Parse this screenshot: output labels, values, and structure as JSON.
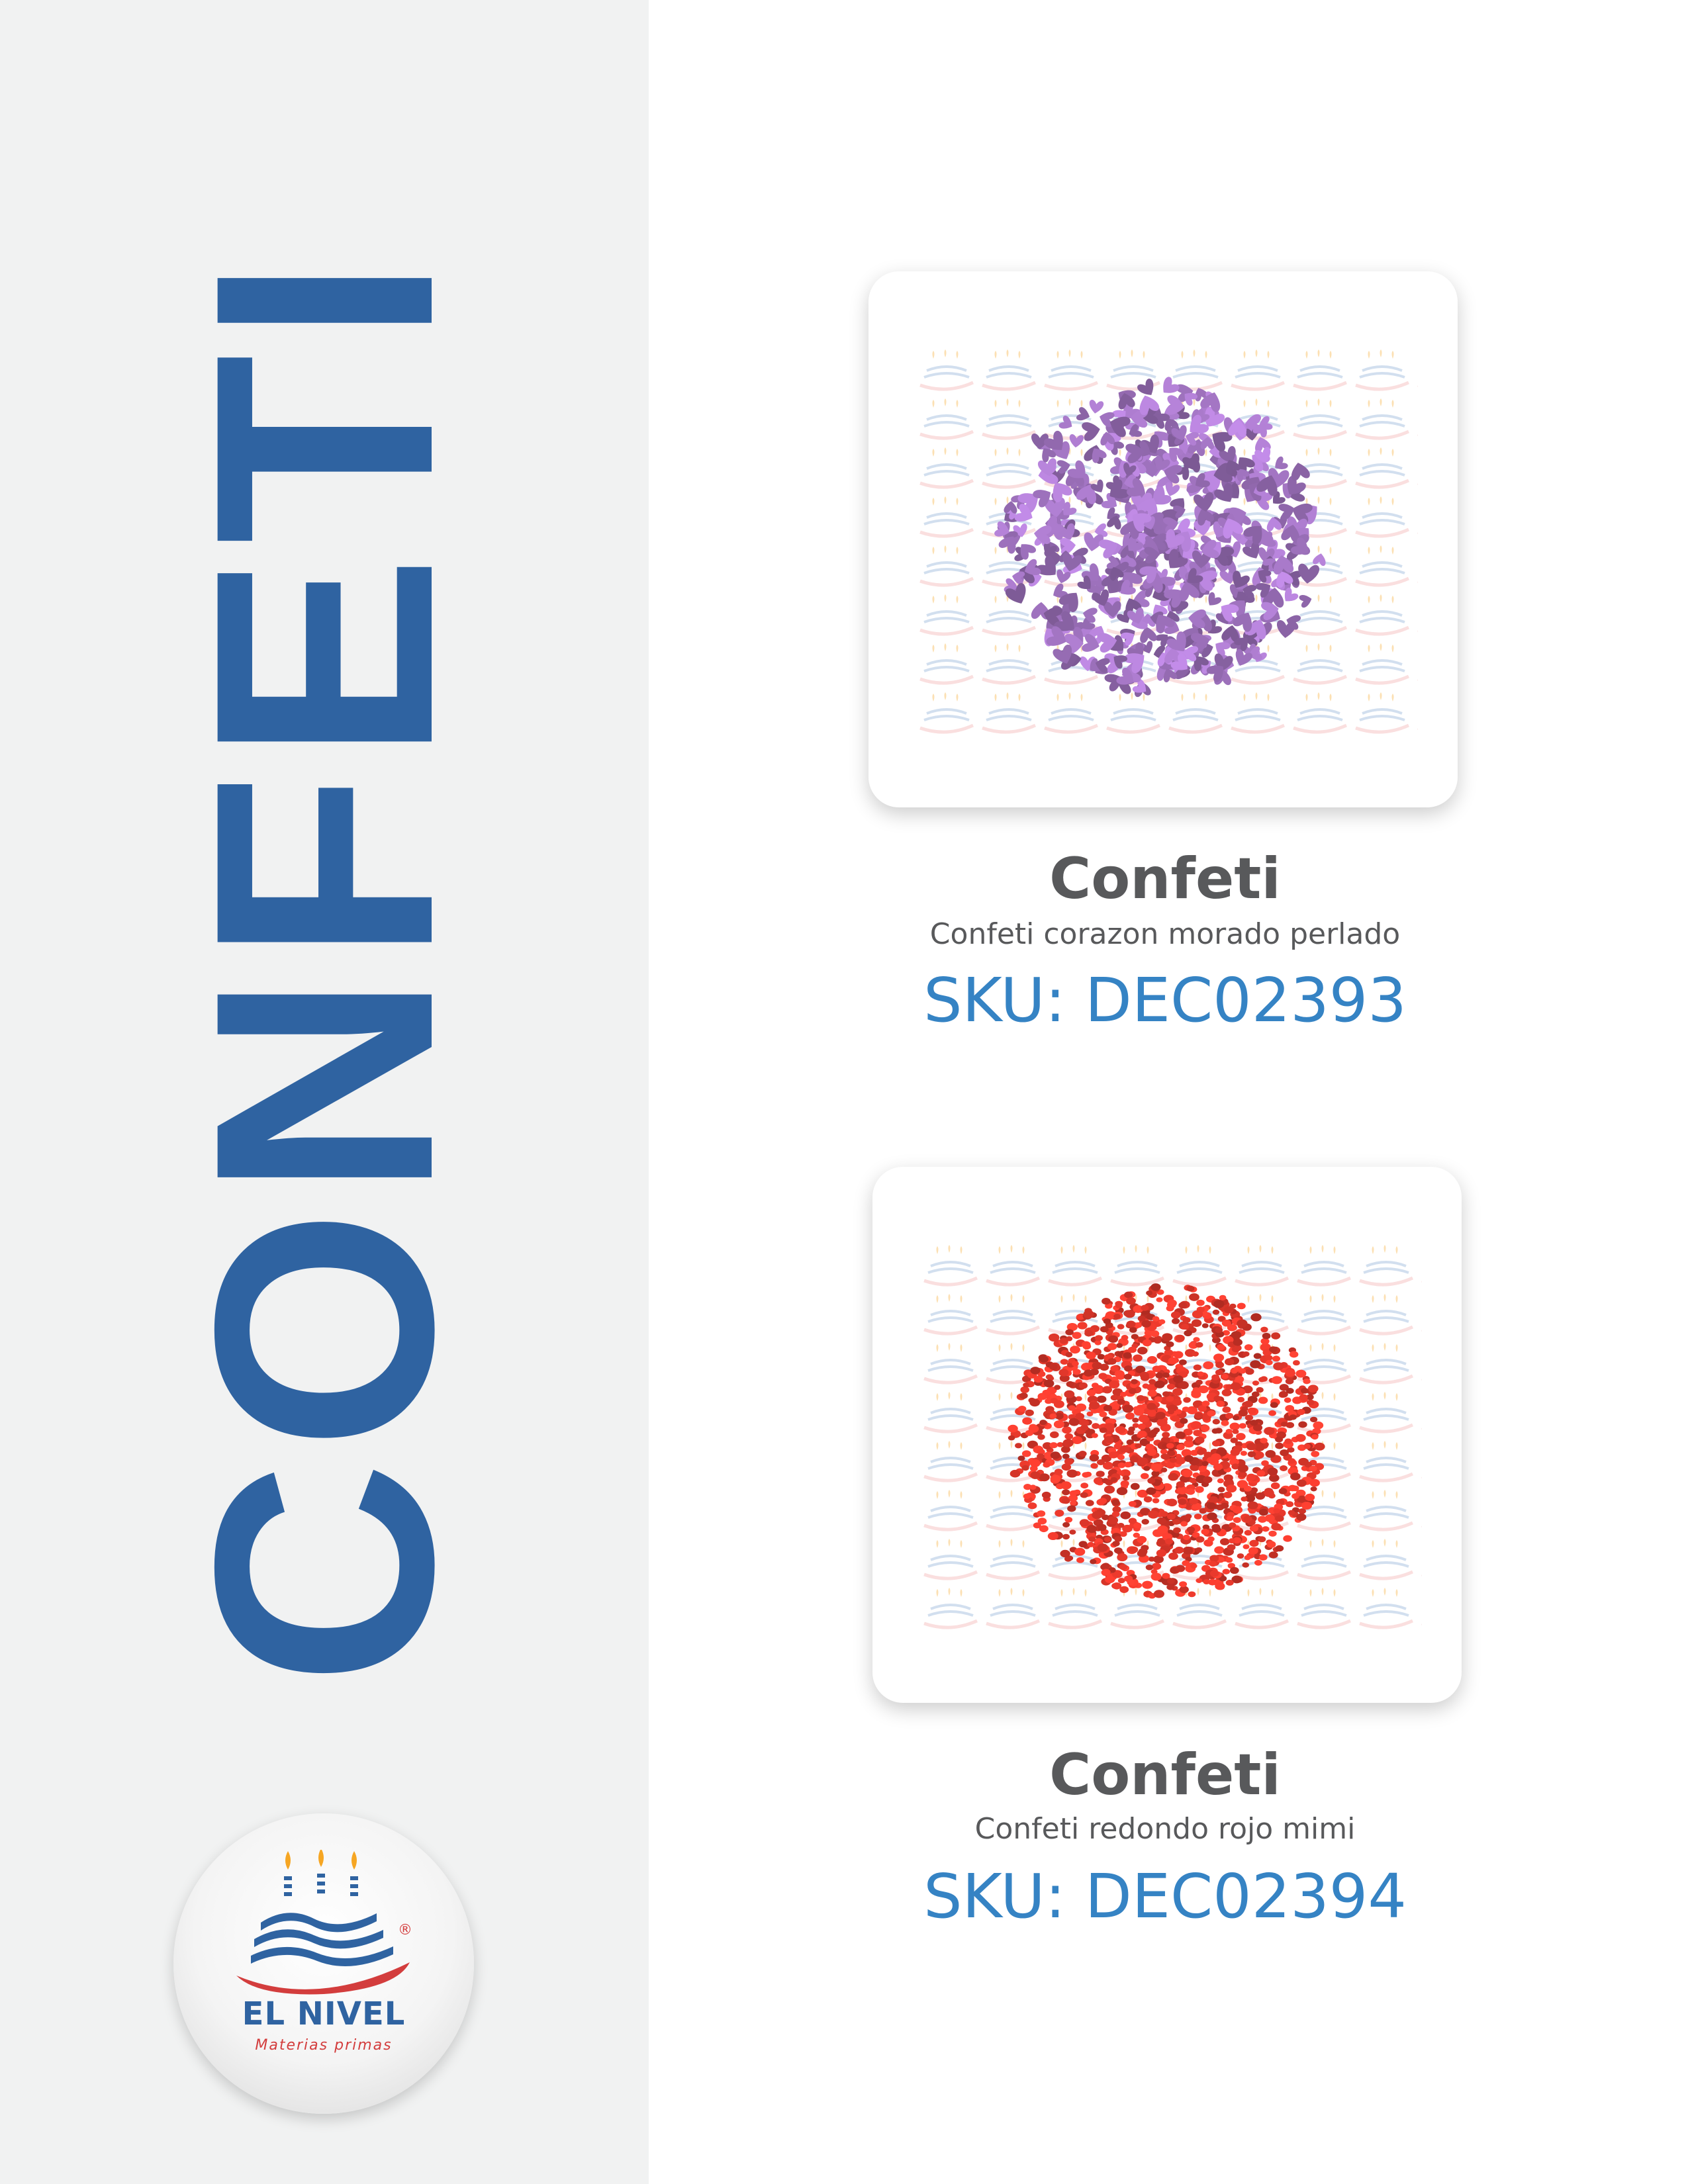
{
  "page": {
    "section_title": "CONFETI"
  },
  "brand": {
    "name": "EL NIVEL",
    "tagline": "Materias primas",
    "registered_mark": "®",
    "colors": {
      "blue": "#2f63a1",
      "red": "#d33d3d",
      "flame": "#f6a623"
    }
  },
  "products": [
    {
      "title": "Confeti",
      "description": "Confeti corazon morado perlado",
      "sku": "SKU: DEC02393",
      "confetti_color": "#a476c4",
      "confetti_shape": "heart"
    },
    {
      "title": "Confeti",
      "description": "Confeti redondo rojo mimi",
      "sku": "SKU: DEC02394",
      "confetti_color": "#e8392c",
      "confetti_shape": "round"
    }
  ],
  "colors": {
    "sidebar_bg": "#f1f2f2",
    "title_blue": "#2f63a1",
    "text_gray": "#58595b",
    "sku_blue": "#3583c4"
  }
}
